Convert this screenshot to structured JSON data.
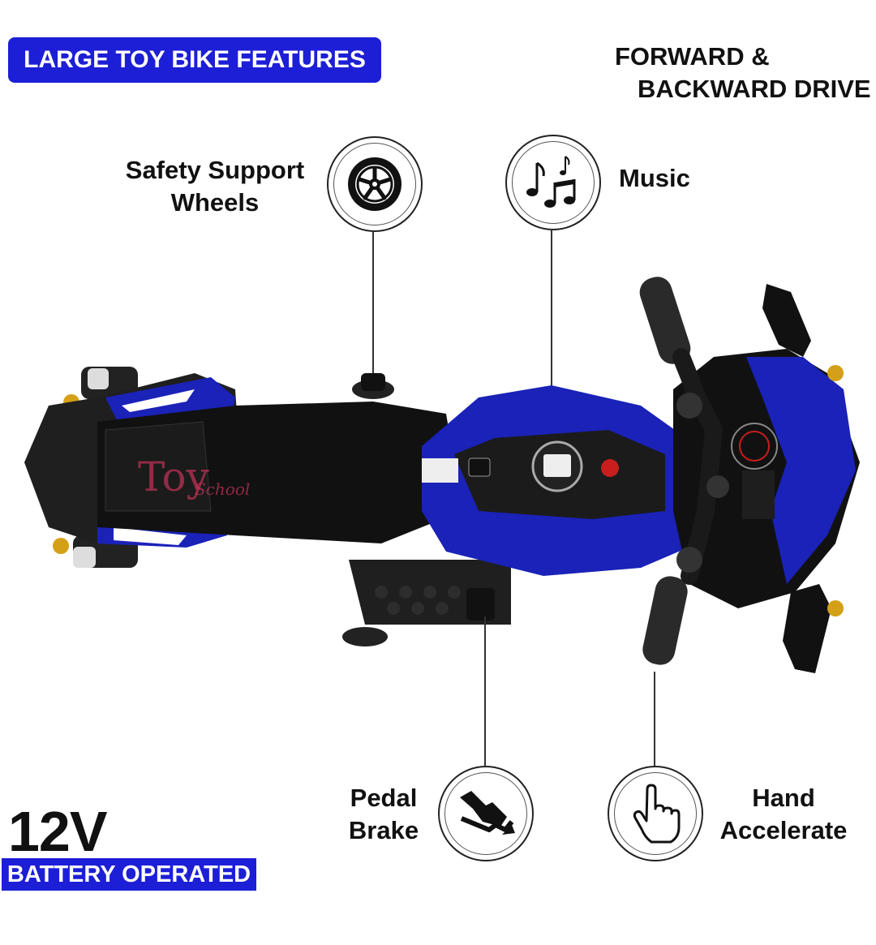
{
  "header": {
    "title": "LARGE TOY BIKE FEATURES"
  },
  "features": {
    "forward_line1": "FORWARD &",
    "forward_line2": "BACKWARD DRIVE",
    "safety_line1": "Safety Support",
    "safety_line2": "Wheels",
    "music": "Music",
    "pedal_line1": "Pedal",
    "pedal_line2": "Brake",
    "hand_line1": "Hand",
    "hand_line2": "Accelerate"
  },
  "battery": {
    "voltage": "12V",
    "label": "BATTERY OPERATED"
  },
  "watermark": {
    "text": "Toy School"
  },
  "icons": [
    "wheel-icon",
    "music-notes-icon",
    "pedal-brake-icon",
    "hand-pointer-icon"
  ],
  "colors": {
    "accent_blue": "#1d1fd6",
    "bike_blue": "#1a22b8",
    "bike_black": "#151515"
  }
}
